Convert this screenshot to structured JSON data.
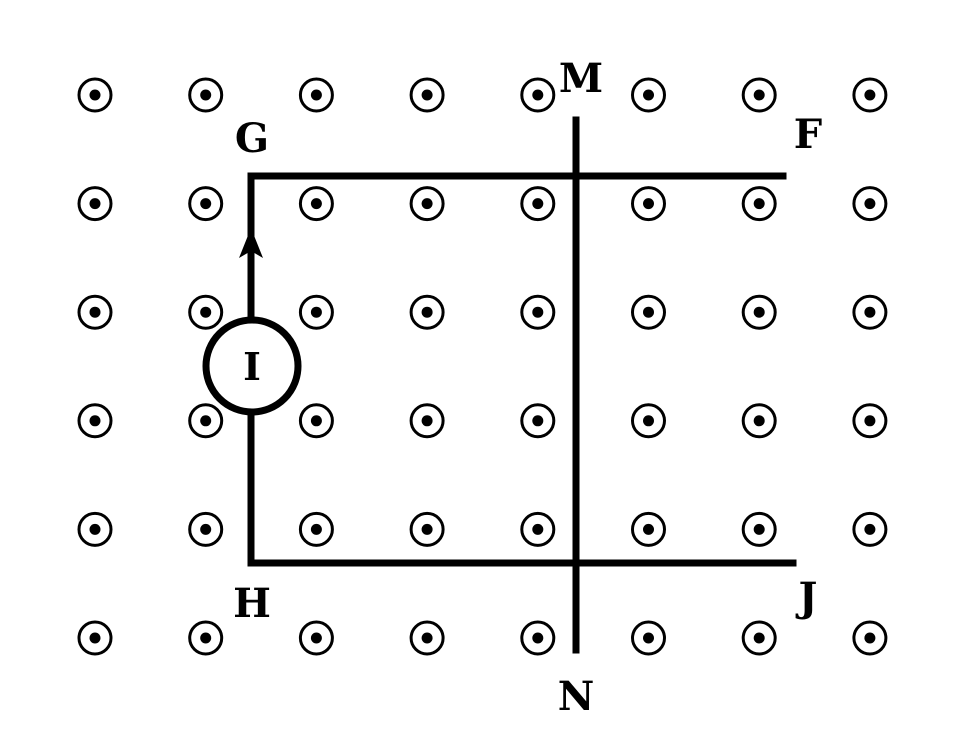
{
  "labels": {
    "G": "G",
    "F": "F",
    "H": "H",
    "J": "J",
    "M": "M",
    "N": "N",
    "source": "I"
  },
  "field": {
    "direction": "out-of-page",
    "symbol": "dot-in-circle-icon",
    "rows": 6,
    "cols": 8
  },
  "colors": {
    "ink": "#000000",
    "background": "#ffffff"
  }
}
